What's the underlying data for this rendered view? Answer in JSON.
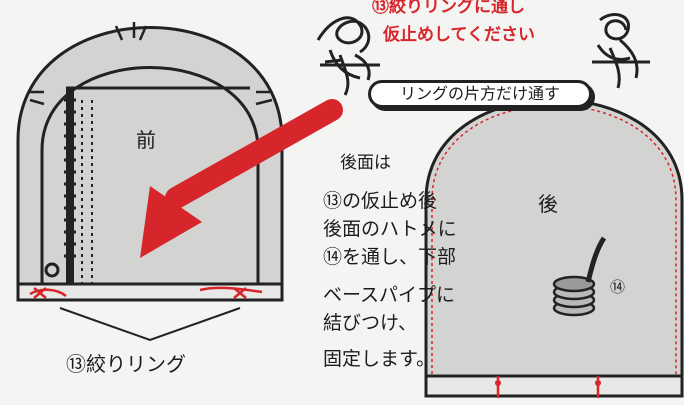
{
  "notice_lines": [
    "⑬絞りリングに通し",
    "仮止めしてください"
  ],
  "ring_instruction": "リングの片方だけ通す",
  "front_label": "前",
  "back_label": "後",
  "back_heading": "後面は",
  "instruction_lines": [
    "⑬の仮止め後",
    "後面のハトメに",
    "⑭を通し、下部",
    "ベースパイプに",
    "結びつけ、",
    "固定します。"
  ],
  "ring_label": "⑬絞りリング",
  "marker_14": "⑭",
  "colors": {
    "accent_red": "#d7262b",
    "cover_gray": "#d3d3d1",
    "line": "#222222"
  }
}
